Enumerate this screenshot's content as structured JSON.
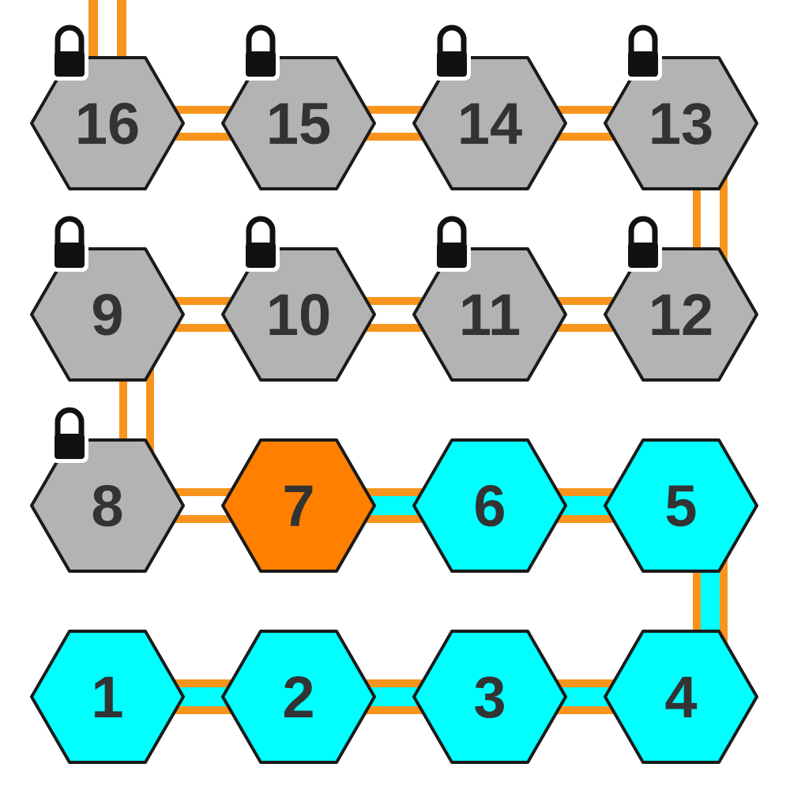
{
  "board": {
    "colors": {
      "completed": "#00ffff",
      "current": "#ff8000",
      "locked": "#b3b3b3",
      "path_orange": "#f7941d",
      "outline": "#1a1a1a",
      "label": "#333333"
    },
    "levels": [
      {
        "id": "level-1",
        "label": "1",
        "state": "completed"
      },
      {
        "id": "level-2",
        "label": "2",
        "state": "completed"
      },
      {
        "id": "level-3",
        "label": "3",
        "state": "completed"
      },
      {
        "id": "level-4",
        "label": "4",
        "state": "completed"
      },
      {
        "id": "level-5",
        "label": "5",
        "state": "completed"
      },
      {
        "id": "level-6",
        "label": "6",
        "state": "completed"
      },
      {
        "id": "level-7",
        "label": "7",
        "state": "current"
      },
      {
        "id": "level-8",
        "label": "8",
        "state": "locked"
      },
      {
        "id": "level-9",
        "label": "9",
        "state": "locked"
      },
      {
        "id": "level-10",
        "label": "10",
        "state": "locked"
      },
      {
        "id": "level-11",
        "label": "11",
        "state": "locked"
      },
      {
        "id": "level-12",
        "label": "12",
        "state": "locked"
      },
      {
        "id": "level-13",
        "label": "13",
        "state": "locked"
      },
      {
        "id": "level-14",
        "label": "14",
        "state": "locked"
      },
      {
        "id": "level-15",
        "label": "15",
        "state": "locked"
      },
      {
        "id": "level-16",
        "label": "16",
        "state": "locked"
      }
    ]
  }
}
